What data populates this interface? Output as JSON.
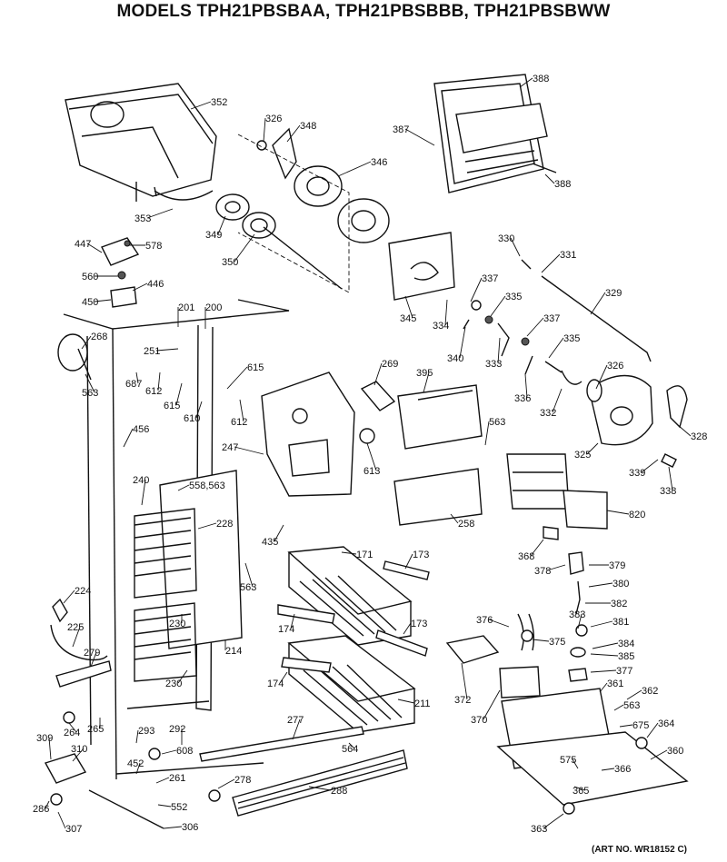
{
  "title": "MODELS TPH21PBSBAA, TPH21PBSBBB, TPH21PBSBWW",
  "art_number": "(ART NO. WR18152 C)",
  "parts": [
    {
      "id": "p352",
      "label": "352"
    },
    {
      "id": "p326a",
      "label": "326"
    },
    {
      "id": "p348",
      "label": "348"
    },
    {
      "id": "p346",
      "label": "346"
    },
    {
      "id": "p353",
      "label": "353"
    },
    {
      "id": "p349",
      "label": "349"
    },
    {
      "id": "p350",
      "label": "350"
    },
    {
      "id": "p388a",
      "label": "388"
    },
    {
      "id": "p387",
      "label": "387"
    },
    {
      "id": "p388b",
      "label": "388"
    },
    {
      "id": "p447",
      "label": "447"
    },
    {
      "id": "p578",
      "label": "578"
    },
    {
      "id": "p560",
      "label": "560"
    },
    {
      "id": "p446",
      "label": "446"
    },
    {
      "id": "p450",
      "label": "450"
    },
    {
      "id": "p330",
      "label": "330"
    },
    {
      "id": "p331",
      "label": "331"
    },
    {
      "id": "p337a",
      "label": "337"
    },
    {
      "id": "p335a",
      "label": "335"
    },
    {
      "id": "p329",
      "label": "329"
    },
    {
      "id": "p345",
      "label": "345"
    },
    {
      "id": "p334",
      "label": "334"
    },
    {
      "id": "p337b",
      "label": "337"
    },
    {
      "id": "p340",
      "label": "340"
    },
    {
      "id": "p333",
      "label": "333"
    },
    {
      "id": "p335b",
      "label": "335"
    },
    {
      "id": "p326b",
      "label": "326"
    },
    {
      "id": "p201",
      "label": "201"
    },
    {
      "id": "p200",
      "label": "200"
    },
    {
      "id": "p268",
      "label": "268"
    },
    {
      "id": "p563a",
      "label": "563"
    },
    {
      "id": "p251",
      "label": "251"
    },
    {
      "id": "p687",
      "label": "687"
    },
    {
      "id": "p612a",
      "label": "612"
    },
    {
      "id": "p615a",
      "label": "615"
    },
    {
      "id": "p615b",
      "label": "615"
    },
    {
      "id": "p610",
      "label": "610"
    },
    {
      "id": "p612b",
      "label": "612"
    },
    {
      "id": "p269",
      "label": "269"
    },
    {
      "id": "p395",
      "label": "395"
    },
    {
      "id": "p336",
      "label": "336"
    },
    {
      "id": "p332",
      "label": "332"
    },
    {
      "id": "p328",
      "label": "328"
    },
    {
      "id": "p325",
      "label": "325"
    },
    {
      "id": "p456",
      "label": "456"
    },
    {
      "id": "p247",
      "label": "247"
    },
    {
      "id": "p563b",
      "label": "563"
    },
    {
      "id": "p613",
      "label": "613"
    },
    {
      "id": "p339",
      "label": "339"
    },
    {
      "id": "p338",
      "label": "338"
    },
    {
      "id": "p240",
      "label": "240"
    },
    {
      "id": "p558",
      "label": "558,563"
    },
    {
      "id": "p228",
      "label": "228"
    },
    {
      "id": "p258",
      "label": "258"
    },
    {
      "id": "p820",
      "label": "820"
    },
    {
      "id": "p435",
      "label": "435"
    },
    {
      "id": "p171",
      "label": "171"
    },
    {
      "id": "p173a",
      "label": "173"
    },
    {
      "id": "p368",
      "label": "368"
    },
    {
      "id": "p378",
      "label": "378"
    },
    {
      "id": "p379",
      "label": "379"
    },
    {
      "id": "p380",
      "label": "380"
    },
    {
      "id": "p224",
      "label": "224"
    },
    {
      "id": "p563c",
      "label": "563"
    },
    {
      "id": "p382",
      "label": "382"
    },
    {
      "id": "p225",
      "label": "225"
    },
    {
      "id": "p230a",
      "label": "230"
    },
    {
      "id": "p174a",
      "label": "174"
    },
    {
      "id": "p173b",
      "label": "173"
    },
    {
      "id": "p376",
      "label": "376"
    },
    {
      "id": "p383",
      "label": "383"
    },
    {
      "id": "p381",
      "label": "381"
    },
    {
      "id": "p375",
      "label": "375"
    },
    {
      "id": "p384",
      "label": "384"
    },
    {
      "id": "p385",
      "label": "385"
    },
    {
      "id": "p279",
      "label": "279"
    },
    {
      "id": "p214",
      "label": "214"
    },
    {
      "id": "p377",
      "label": "377"
    },
    {
      "id": "p230b",
      "label": "230"
    },
    {
      "id": "p174b",
      "label": "174"
    },
    {
      "id": "p372",
      "label": "372"
    },
    {
      "id": "p361",
      "label": "361"
    },
    {
      "id": "p362",
      "label": "362"
    },
    {
      "id": "p211",
      "label": "211"
    },
    {
      "id": "p563d",
      "label": "563"
    },
    {
      "id": "p264",
      "label": "264"
    },
    {
      "id": "p265",
      "label": "265"
    },
    {
      "id": "p370",
      "label": "370"
    },
    {
      "id": "p675",
      "label": "675"
    },
    {
      "id": "p277",
      "label": "277"
    },
    {
      "id": "p364",
      "label": "364"
    },
    {
      "id": "p293",
      "label": "293"
    },
    {
      "id": "p292",
      "label": "292"
    },
    {
      "id": "p309",
      "label": "309"
    },
    {
      "id": "p564",
      "label": "564"
    },
    {
      "id": "p360",
      "label": "360"
    },
    {
      "id": "p310",
      "label": "310"
    },
    {
      "id": "p608",
      "label": "608"
    },
    {
      "id": "p575",
      "label": "575"
    },
    {
      "id": "p366",
      "label": "366"
    },
    {
      "id": "p452",
      "label": "452"
    },
    {
      "id": "p261",
      "label": "261"
    },
    {
      "id": "p278",
      "label": "278"
    },
    {
      "id": "p365",
      "label": "365"
    },
    {
      "id": "p288",
      "label": "288"
    },
    {
      "id": "p286",
      "label": "286"
    },
    {
      "id": "p552",
      "label": "552"
    },
    {
      "id": "p307",
      "label": "307"
    },
    {
      "id": "p306",
      "label": "306"
    },
    {
      "id": "p363",
      "label": "363"
    }
  ]
}
